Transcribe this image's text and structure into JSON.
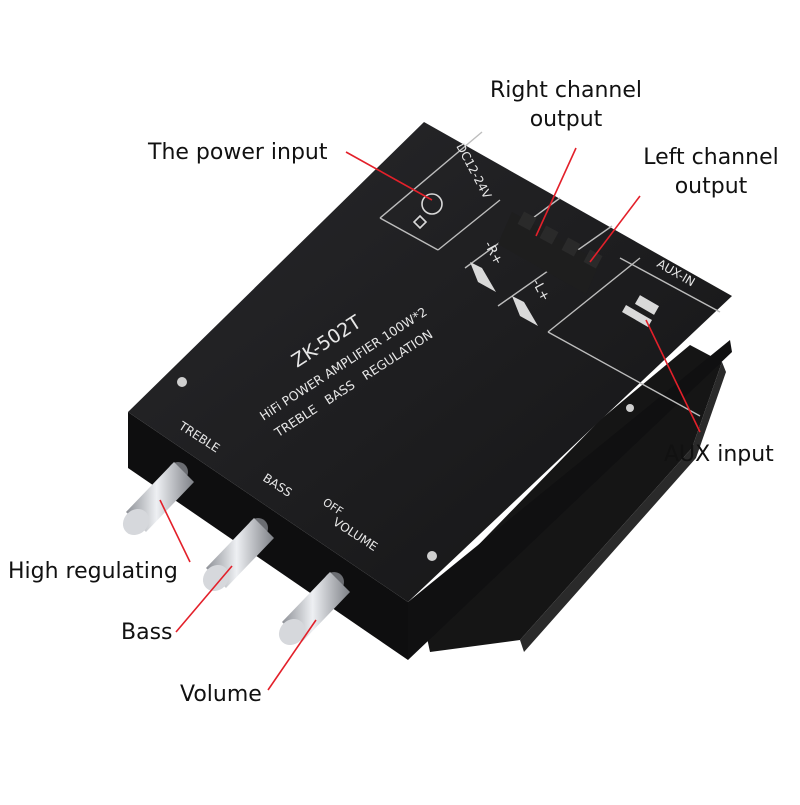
{
  "callouts": {
    "power_input": "The power input",
    "right_channel_output": [
      "Right channel",
      "output"
    ],
    "left_channel_output": [
      "Left channel",
      "output"
    ],
    "aux_input": "AUX input",
    "high_regulating": "High regulating",
    "bass": "Bass",
    "volume": "Volume"
  },
  "board": {
    "model": "ZK-502T",
    "subtitle": "HiFi POWER AMPLIFIER 100W*2",
    "regulation": "TREBLE   BASS   REGULATION",
    "power_label": "DC12-24V",
    "aux_label": "AUX-IN",
    "right_label": "-R+",
    "left_label": "-L+",
    "knob_labels": {
      "treble": "TREBLE",
      "bass": "BASS",
      "volume": "VOLUME",
      "off": "OFF"
    }
  },
  "colors": {
    "board": "#1b1b1d",
    "board_edge": "#2c2c2e",
    "leader_line": "#e3202a",
    "knob": "#c9ccd1",
    "pcb": "#161616"
  }
}
